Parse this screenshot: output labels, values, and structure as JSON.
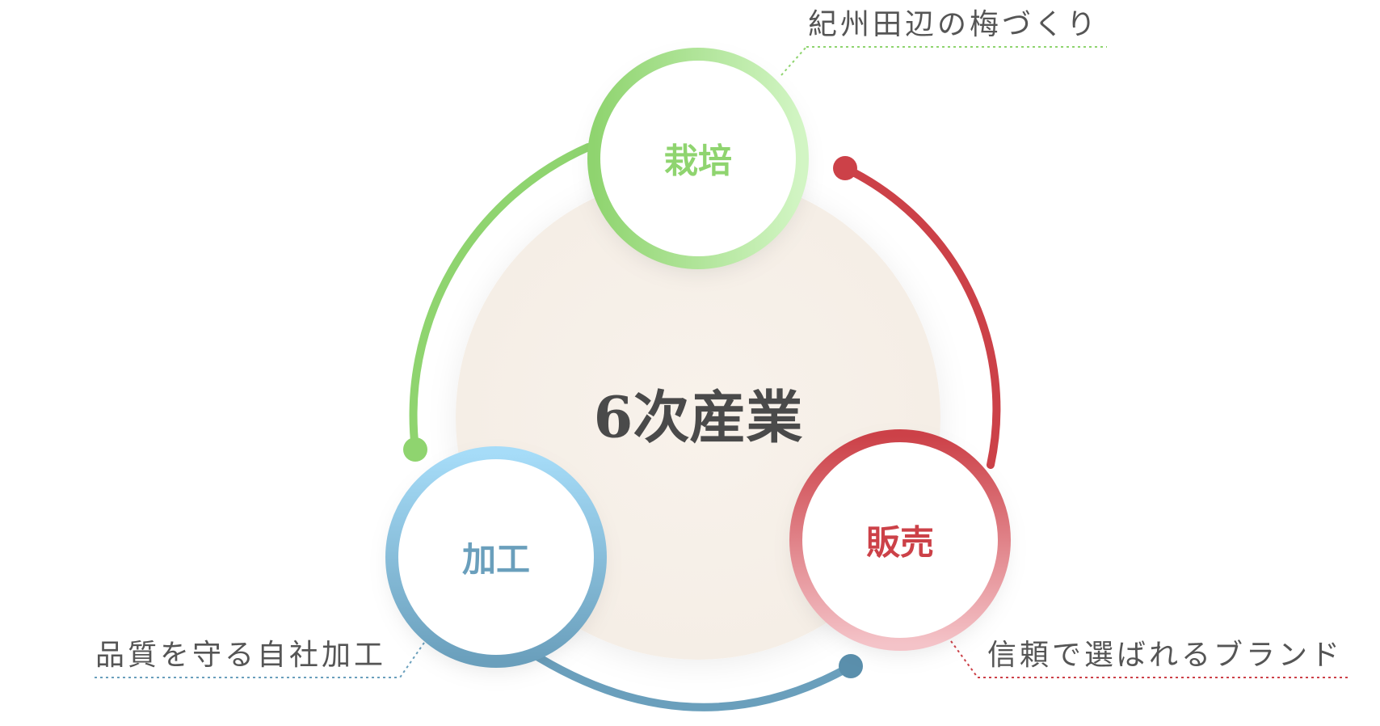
{
  "center": {
    "title": "6次産業"
  },
  "nodes": {
    "cultivation": {
      "label": "栽培",
      "caption": "紀州田辺の梅づくり",
      "color": "#8fd46f"
    },
    "processing": {
      "label": "加工",
      "caption": "品質を守る自社加工",
      "color": "#6a9fbc"
    },
    "sales": {
      "label": "販売",
      "caption": "信頼で選ばれるブランド",
      "color": "#cc4148"
    }
  },
  "colors": {
    "center_fill": "#f7f0e8",
    "green_light": "#d2f5c4",
    "blue_light": "#a6dcf8",
    "red_light": "#f4c3c8"
  }
}
